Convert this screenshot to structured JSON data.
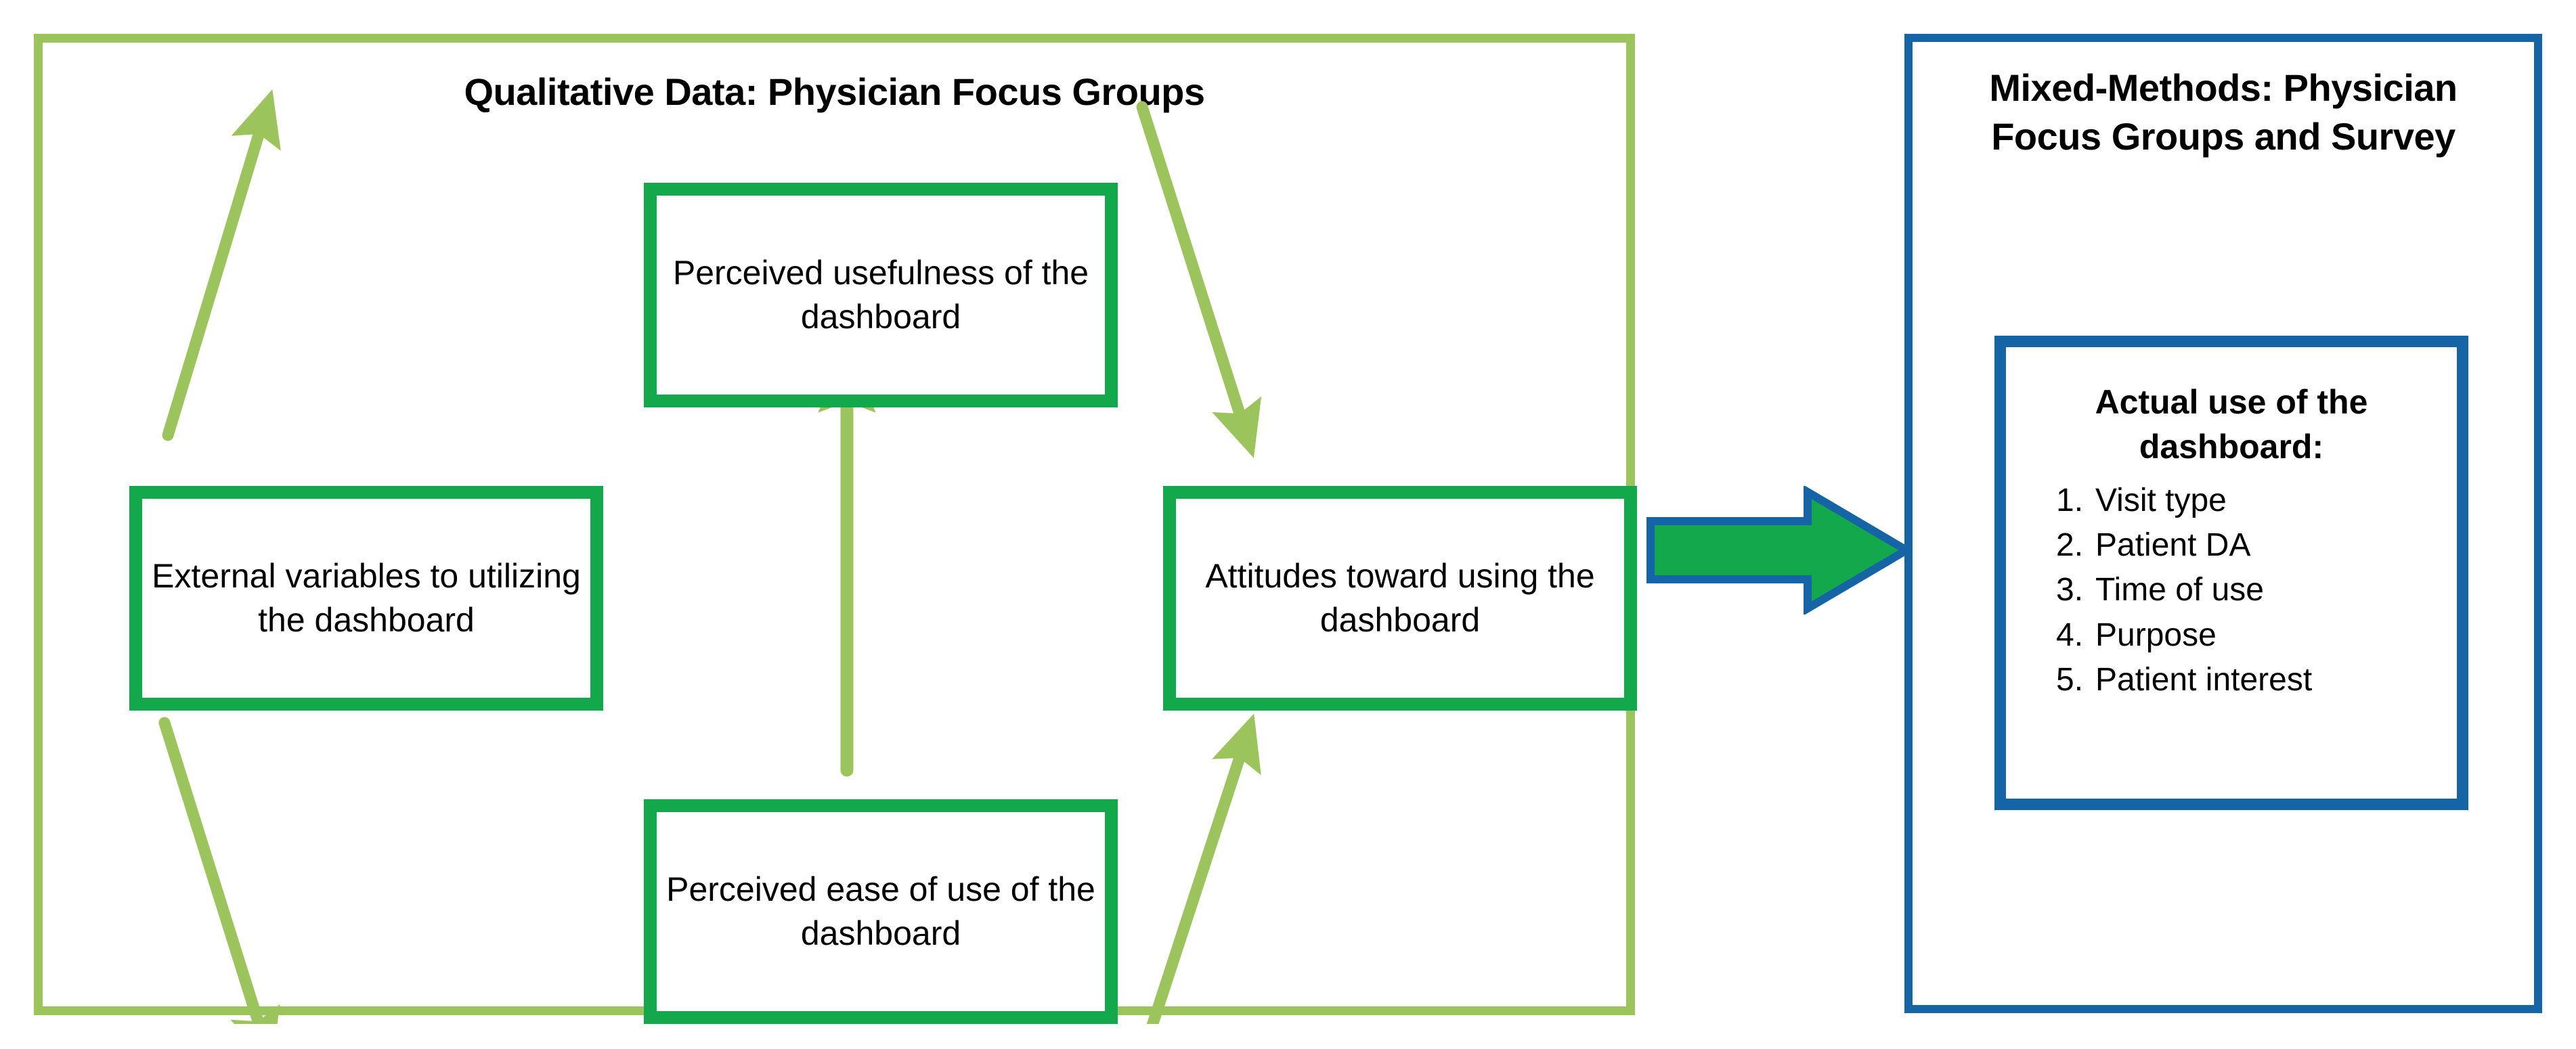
{
  "qualitative_panel": {
    "title": "Qualitative Data: Physician Focus Groups",
    "border_color": "#9CC45D",
    "boxes": {
      "usefulness": "Perceived usefulness of the dashboard",
      "external": "External variables to utilizing the dashboard",
      "attitudes": "Attitudes toward using the dashboard",
      "ease": "Perceived ease of use of the dashboard"
    },
    "box_border_color": "#14A84D",
    "arrow_color": "#9CC45D",
    "arrows": [
      {
        "from": "external",
        "to": "usefulness"
      },
      {
        "from": "usefulness",
        "to": "attitudes"
      },
      {
        "from": "external",
        "to": "ease"
      },
      {
        "from": "ease",
        "to": "attitudes"
      },
      {
        "from": "ease",
        "to": "usefulness"
      }
    ]
  },
  "connector": {
    "name": "right-block-arrow",
    "fill_color": "#14A84D",
    "stroke_color": "#1565A6"
  },
  "mixed_methods_panel": {
    "title": "Mixed-Methods: Physician Focus Groups and Survey",
    "border_color": "#1565A6",
    "actual_use": {
      "heading": "Actual use of the dashboard:",
      "items": [
        "Visit type",
        "Patient DA",
        "Time of use",
        "Purpose",
        "Patient interest"
      ]
    }
  }
}
